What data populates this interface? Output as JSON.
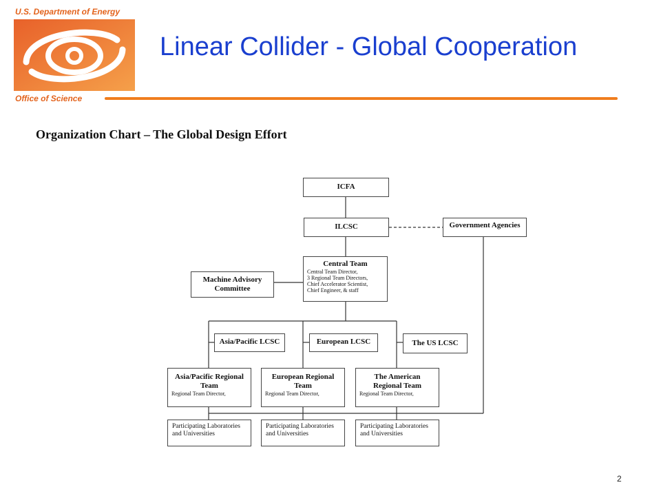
{
  "header": {
    "agency": "U.S. Department of Energy",
    "office": "Office of Science",
    "title": "Linear Collider - Global Cooperation"
  },
  "subtitle": "Organization Chart – The Global Design Effort",
  "page_number": "2",
  "colors": {
    "accent_orange": "#f07d1e",
    "title_blue": "#1a3fcf"
  },
  "org_chart": {
    "icfa": "ICFA",
    "ilcsc": "ILCSC",
    "government": "Government Agencies",
    "central_team": {
      "title": "Central Team",
      "lines": [
        "Central Team Director,",
        "3 Regional Team Directors,",
        "Chief Accelerator Scientist,",
        "Chief Engineer, & staff"
      ]
    },
    "advisory": {
      "line1": "Machine Advisory",
      "line2": "Committee"
    },
    "asia_lcsc": "Asia/Pacific LCSC",
    "european_lcsc": "European LCSC",
    "us_lcsc": "The US LCSC",
    "regional_teams": [
      {
        "line1": "Asia/Pacific Regional",
        "line2": "Team",
        "detail": "Regional Team Director,"
      },
      {
        "line1": "European Regional",
        "line2": "Team",
        "detail": "Regional Team Director,"
      },
      {
        "line1": "The American",
        "line2": "Regional Team",
        "detail": "Regional Team Director,"
      }
    ],
    "labs": [
      {
        "line1": "Participating Laboratories",
        "line2": "and Universities"
      },
      {
        "line1": "Participating Laboratories",
        "line2": "and Universities"
      },
      {
        "line1": "Participating Laboratories",
        "line2": "and Universities"
      }
    ]
  }
}
